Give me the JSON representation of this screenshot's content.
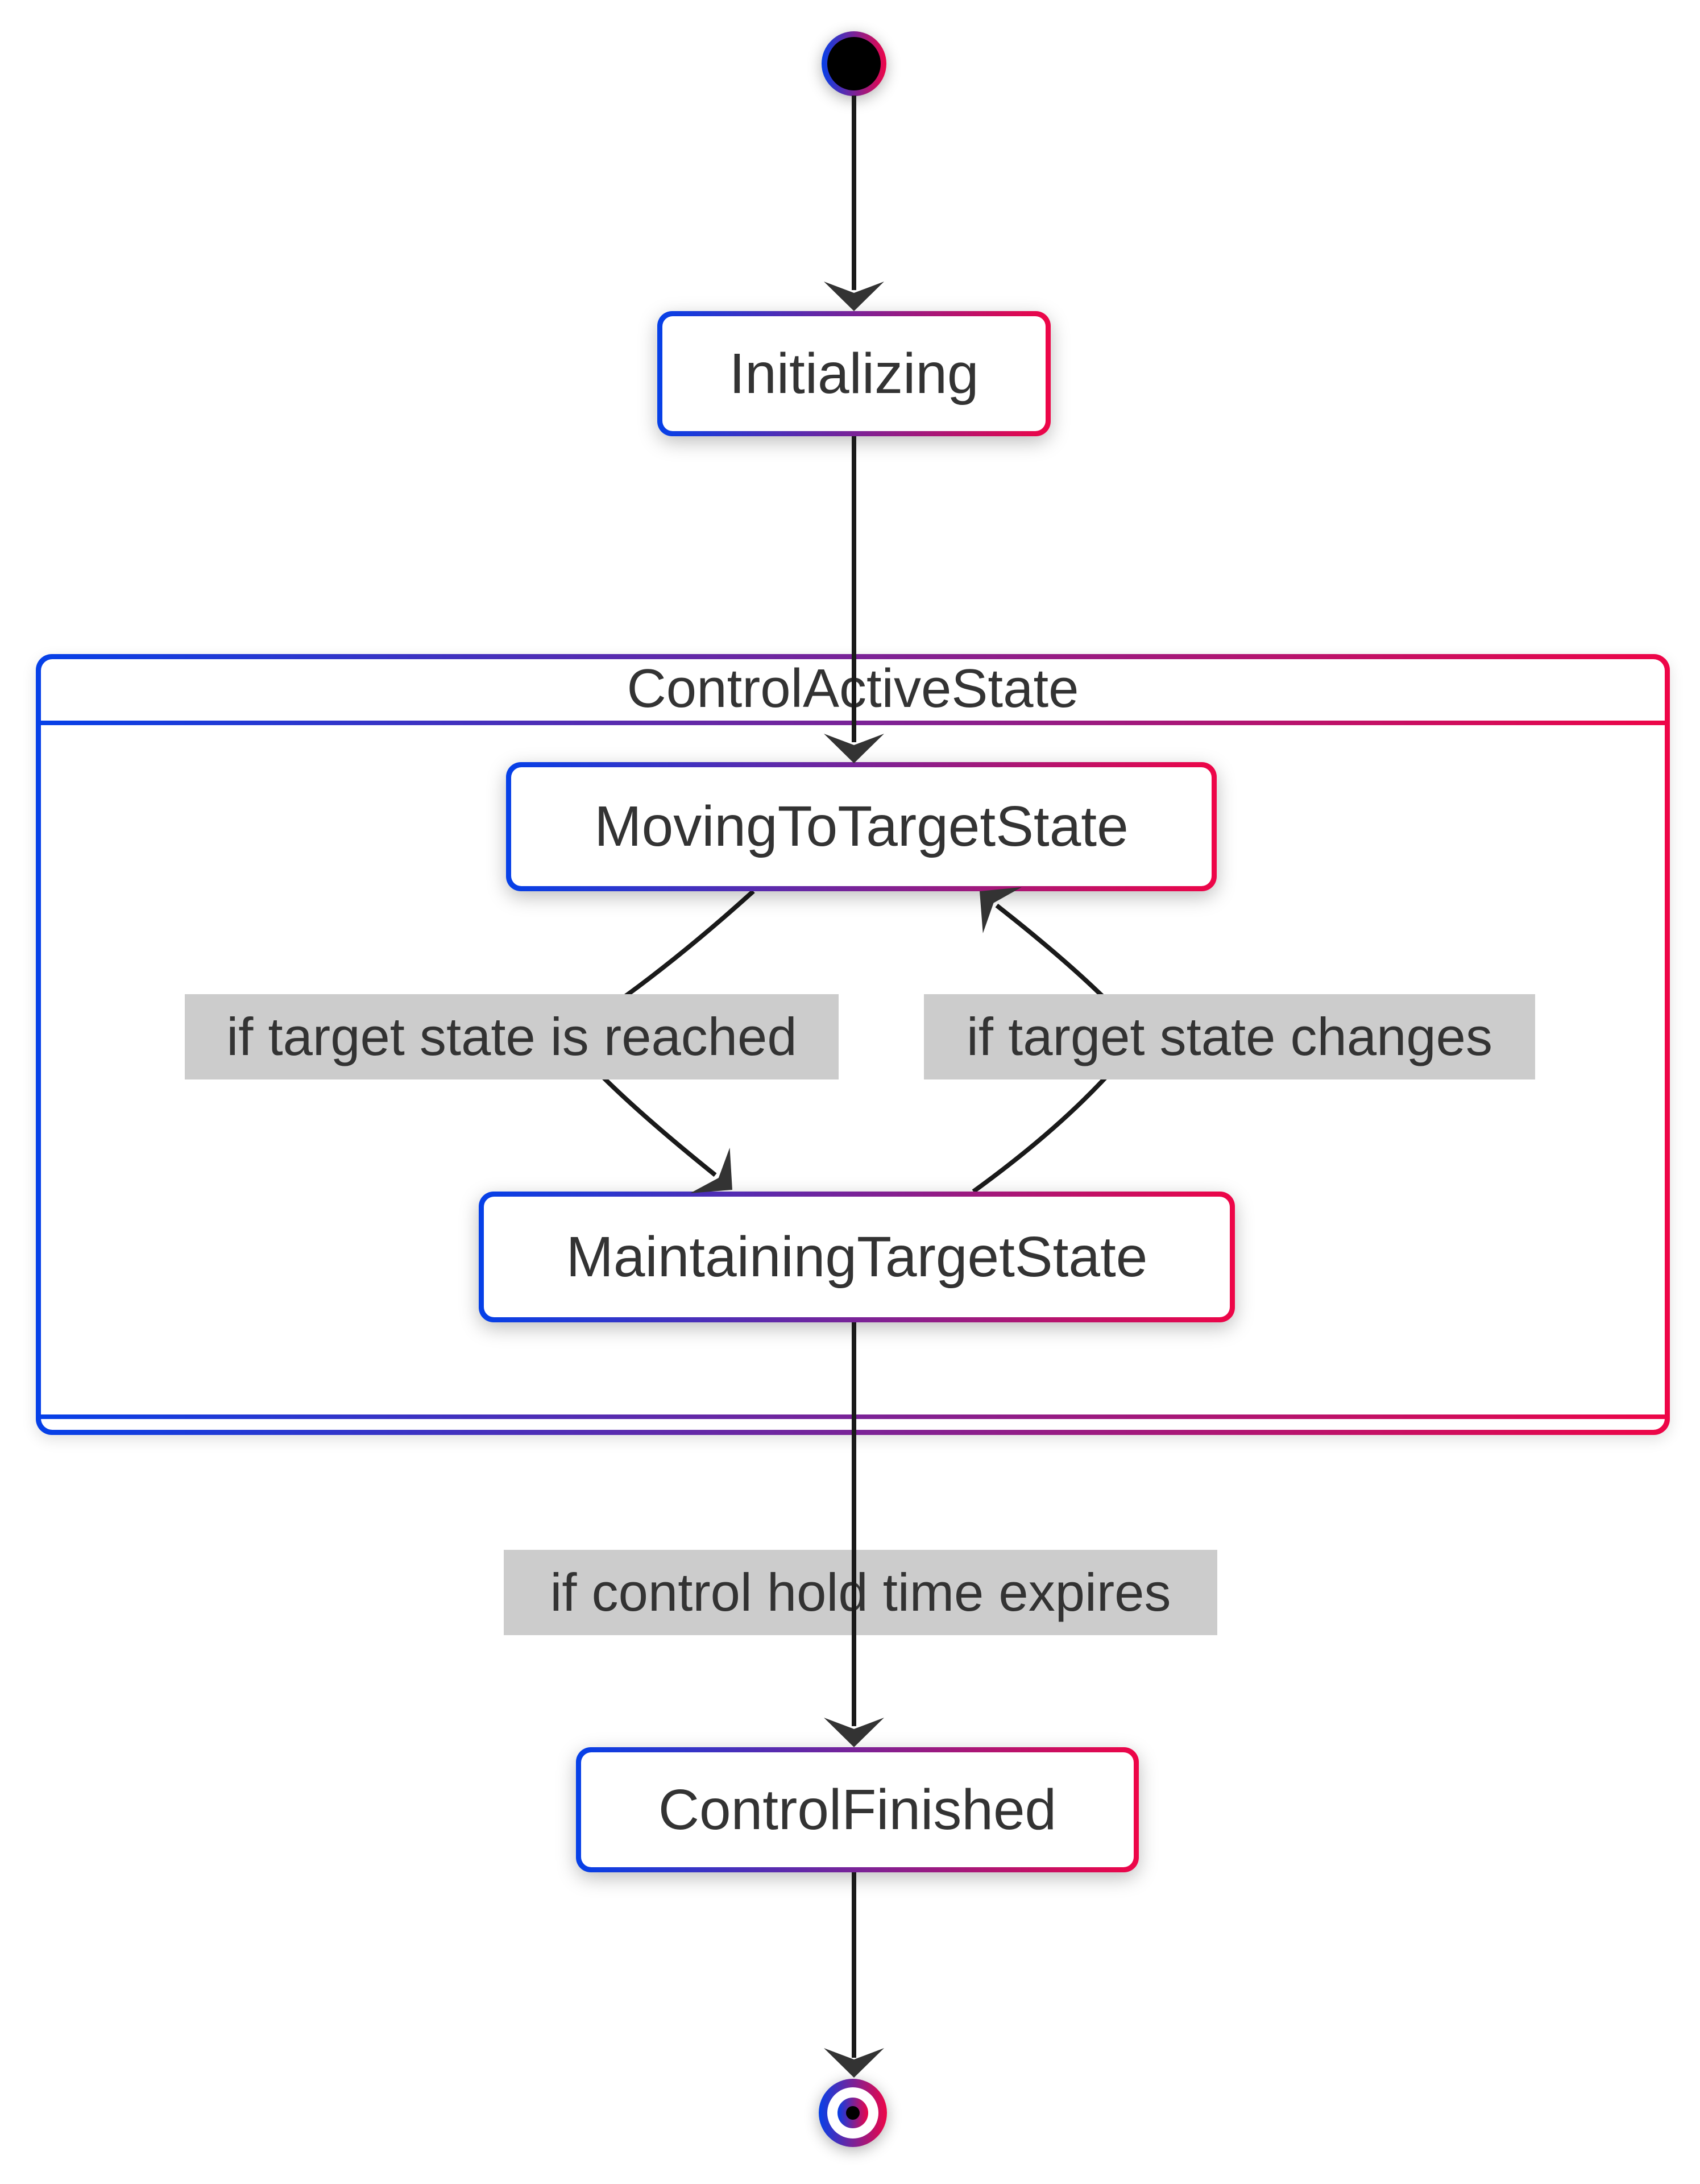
{
  "diagram": {
    "type": "state-machine",
    "start_node": "start",
    "final_node": "end",
    "composite": {
      "title": "ControlActiveState"
    },
    "nodes": {
      "initializing": {
        "label": "Initializing"
      },
      "moving": {
        "label": "MovingToTargetState"
      },
      "maintaining": {
        "label": "MaintainingTargetState"
      },
      "finished": {
        "label": "ControlFinished"
      }
    },
    "edges": {
      "start_to_initializing": {
        "label": ""
      },
      "initializing_to_moving": {
        "label": ""
      },
      "moving_to_maintaining": {
        "label": "if target state is reached"
      },
      "maintaining_to_moving": {
        "label": "if target state changes"
      },
      "maintaining_to_finished": {
        "label": "if control hold time expires"
      },
      "finished_to_end": {
        "label": ""
      }
    },
    "colors": {
      "gradient_start": "#0540e8",
      "gradient_end": "#ee0547",
      "edge_line": "#1a1a1a",
      "arrowhead": "#333333",
      "text": "#333333",
      "edge_label_bg": "#cccccc",
      "node_bg": "#ffffff"
    }
  }
}
